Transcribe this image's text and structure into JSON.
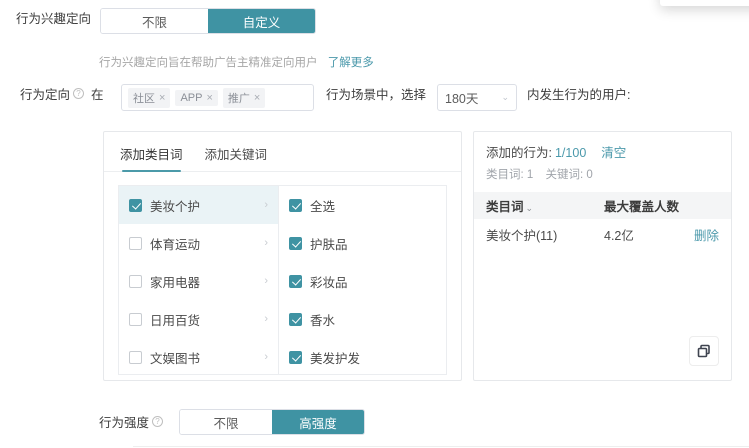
{
  "interest_targeting": {
    "label": "行为兴趣定向",
    "options": [
      {
        "label": "不限",
        "active": false
      },
      {
        "label": "自定义",
        "active": true
      }
    ],
    "help_text": "行为兴趣定向旨在帮助广告主精准定向用户",
    "help_link": "了解更多"
  },
  "behavior_targeting": {
    "label": "行为定向",
    "help_icon": "question-circle-icon",
    "prefix": "在",
    "tags": [
      {
        "label": "社区",
        "remove": "×"
      },
      {
        "label": "APP",
        "remove": "×"
      },
      {
        "label": "推广",
        "remove": "×"
      }
    ],
    "mid_text": "行为场景中，选择",
    "period_select": {
      "value": "180天",
      "caret": "⌄"
    },
    "suffix_text": "内发生行为的用户:"
  },
  "left_panel": {
    "tabs": [
      {
        "label": "添加类目词",
        "active": true
      },
      {
        "label": "添加关键词",
        "active": false
      }
    ],
    "categories": [
      {
        "label": "美妆个护",
        "checked": true,
        "selected": true,
        "arrow": "›"
      },
      {
        "label": "体育运动",
        "checked": false,
        "selected": false,
        "arrow": "›"
      },
      {
        "label": "家用电器",
        "checked": false,
        "selected": false,
        "arrow": "›"
      },
      {
        "label": "日用百货",
        "checked": false,
        "selected": false,
        "arrow": "›"
      },
      {
        "label": "文娱图书",
        "checked": false,
        "selected": false,
        "arrow": "›"
      }
    ],
    "subcategories": [
      {
        "label": "全选",
        "checked": true
      },
      {
        "label": "护肤品",
        "checked": true
      },
      {
        "label": "彩妆品",
        "checked": true
      },
      {
        "label": "香水",
        "checked": true
      },
      {
        "label": "美发护发",
        "checked": true
      }
    ]
  },
  "right_panel": {
    "added_label": "添加的行为:",
    "added_count": "1/100",
    "clear_label": "清空",
    "stat_category": "类目词: 1",
    "stat_keyword": "关键词: 0",
    "table": {
      "columns": [
        "类目词",
        "最大覆盖人数"
      ],
      "sort_caret": "⌄",
      "rows": [
        {
          "name": "美妆个护(11)",
          "reach": "4.2亿",
          "action": "删除"
        }
      ]
    },
    "copy_icon": "copy-icon"
  },
  "behavior_strength": {
    "label": "行为强度",
    "help_icon": "question-circle-icon",
    "options": [
      {
        "label": "不限",
        "active": false
      },
      {
        "label": "高强度",
        "active": true
      }
    ]
  },
  "theme": {
    "accent": "#3f93a3",
    "link": "#4b99ab",
    "border": "#dcdfe6",
    "row_selected_bg": "#eaf3f6",
    "table_header_bg": "#f4f5f6"
  }
}
